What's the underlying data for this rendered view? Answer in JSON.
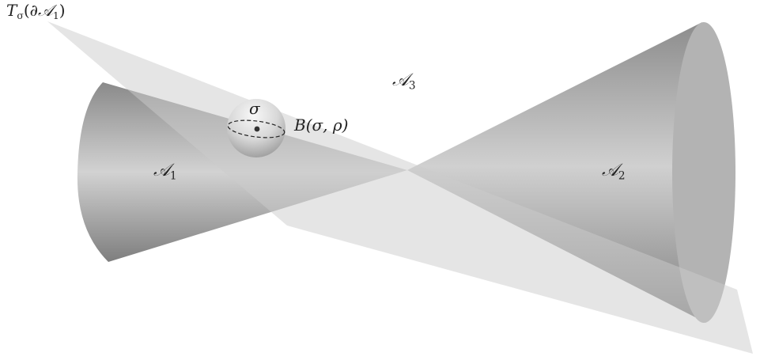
{
  "labels": {
    "plane_label": {
      "t": "T",
      "t_sub": "σ",
      "open": "(∂",
      "a": "𝒜",
      "a_sub": "1",
      "close": ")"
    },
    "region_a3": {
      "a": "𝒜",
      "a_sub": "3"
    },
    "region_a1": {
      "a": "𝒜",
      "a_sub": "1"
    },
    "region_a2": {
      "a": "𝒜",
      "a_sub": "2"
    },
    "sigma": "σ",
    "ball": "B(σ, ρ)"
  }
}
